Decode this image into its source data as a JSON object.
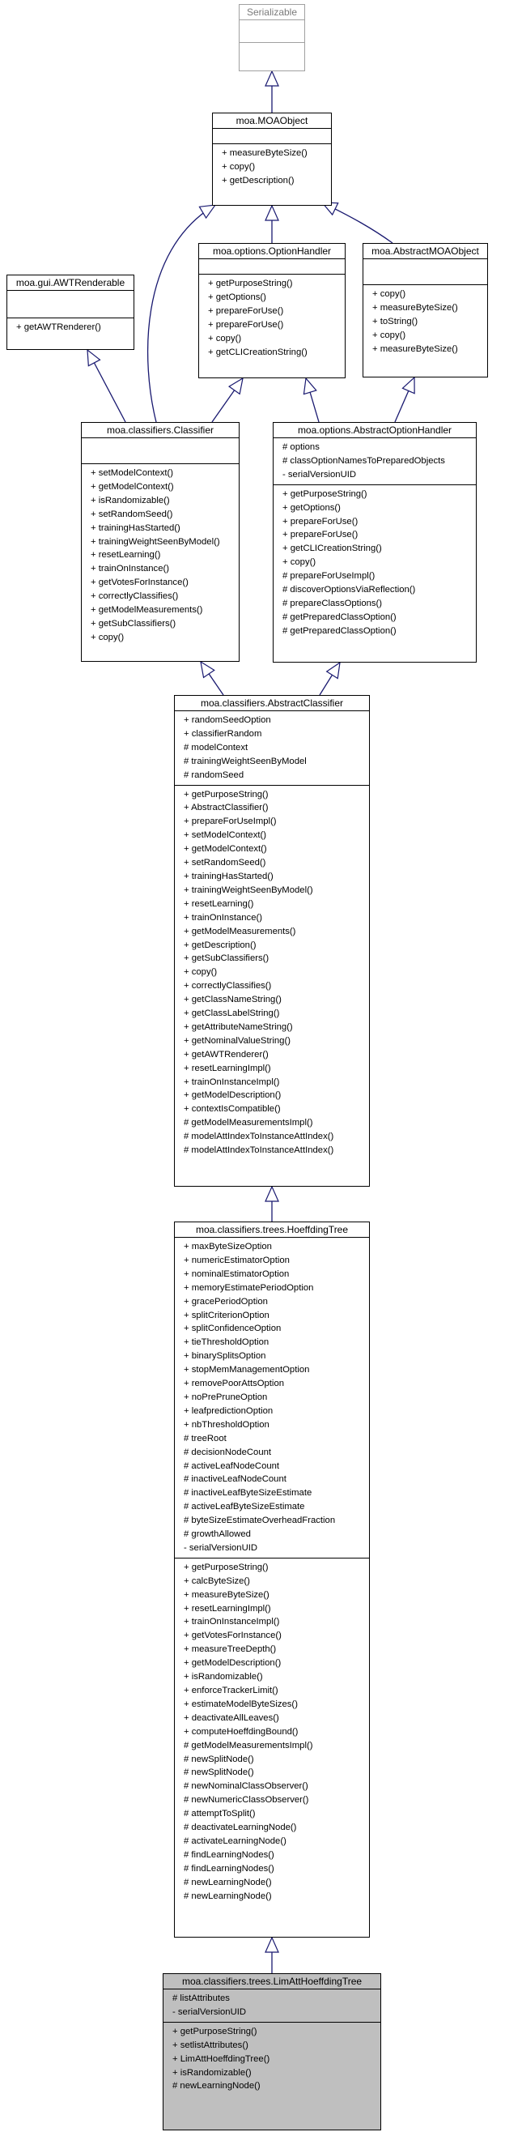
{
  "classes": {
    "serializable": {
      "name": "Serializable",
      "attributes": [],
      "methods": []
    },
    "moa_object": {
      "name": "moa.MOAObject",
      "attributes": [],
      "methods": [
        "+ measureByteSize()",
        "+ copy()",
        "+ getDescription()"
      ]
    },
    "option_handler": {
      "name": "moa.options.OptionHandler",
      "attributes": [],
      "methods": [
        "+ getPurposeString()",
        "+ getOptions()",
        "+ prepareForUse()",
        "+ prepareForUse()",
        "+ copy()",
        "+ getCLICreationString()"
      ]
    },
    "abstract_moa_object": {
      "name": "moa.AbstractMOAObject",
      "attributes": [],
      "methods": [
        "+ copy()",
        "+ measureByteSize()",
        "+ toString()",
        "+ copy()",
        "+ measureByteSize()"
      ]
    },
    "awt_renderable": {
      "name": "moa.gui.AWTRenderable",
      "attributes": [],
      "methods": [
        "+ getAWTRenderer()"
      ]
    },
    "classifier": {
      "name": "moa.classifiers.Classifier",
      "attributes": [],
      "methods": [
        "+ setModelContext()",
        "+ getModelContext()",
        "+ isRandomizable()",
        "+ setRandomSeed()",
        "+ trainingHasStarted()",
        "+ trainingWeightSeenByModel()",
        "+ resetLearning()",
        "+ trainOnInstance()",
        "+ getVotesForInstance()",
        "+ correctlyClassifies()",
        "+ getModelMeasurements()",
        "+ getSubClassifiers()",
        "+ copy()"
      ]
    },
    "abstract_option_handler": {
      "name": "moa.options.AbstractOptionHandler",
      "attributes": [
        "# options",
        "# classOptionNamesToPreparedObjects",
        "- serialVersionUID"
      ],
      "methods": [
        "+ getPurposeString()",
        "+ getOptions()",
        "+ prepareForUse()",
        "+ prepareForUse()",
        "+ getCLICreationString()",
        "+ copy()",
        "# prepareForUseImpl()",
        "# discoverOptionsViaReflection()",
        "# prepareClassOptions()",
        "# getPreparedClassOption()",
        "# getPreparedClassOption()"
      ]
    },
    "abstract_classifier": {
      "name": "moa.classifiers.AbstractClassifier",
      "attributes": [
        "+ randomSeedOption",
        "+ classifierRandom",
        "# modelContext",
        "# trainingWeightSeenByModel",
        "# randomSeed"
      ],
      "methods": [
        "+ getPurposeString()",
        "+ AbstractClassifier()",
        "+ prepareForUseImpl()",
        "+ setModelContext()",
        "+ getModelContext()",
        "+ setRandomSeed()",
        "+ trainingHasStarted()",
        "+ trainingWeightSeenByModel()",
        "+ resetLearning()",
        "+ trainOnInstance()",
        "+ getModelMeasurements()",
        "+ getDescription()",
        "+ getSubClassifiers()",
        "+ copy()",
        "+ correctlyClassifies()",
        "+ getClassNameString()",
        "+ getClassLabelString()",
        "+ getAttributeNameString()",
        "+ getNominalValueString()",
        "+ getAWTRenderer()",
        "+ resetLearningImpl()",
        "+ trainOnInstanceImpl()",
        "+ getModelDescription()",
        "+ contextIsCompatible()",
        "# getModelMeasurementsImpl()",
        "# modelAttIndexToInstanceAttIndex()",
        "# modelAttIndexToInstanceAttIndex()"
      ]
    },
    "hoeffding_tree": {
      "name": "moa.classifiers.trees.HoeffdingTree",
      "attributes": [
        "+ maxByteSizeOption",
        "+ numericEstimatorOption",
        "+ nominalEstimatorOption",
        "+ memoryEstimatePeriodOption",
        "+ gracePeriodOption",
        "+ splitCriterionOption",
        "+ splitConfidenceOption",
        "+ tieThresholdOption",
        "+ binarySplitsOption",
        "+ stopMemManagementOption",
        "+ removePoorAttsOption",
        "+ noPrePruneOption",
        "+ leafpredictionOption",
        "+ nbThresholdOption",
        "# treeRoot",
        "# decisionNodeCount",
        "# activeLeafNodeCount",
        "# inactiveLeafNodeCount",
        "# inactiveLeafByteSizeEstimate",
        "# activeLeafByteSizeEstimate",
        "# byteSizeEstimateOverheadFraction",
        "# growthAllowed",
        "- serialVersionUID"
      ],
      "methods": [
        "+ getPurposeString()",
        "+ calcByteSize()",
        "+ measureByteSize()",
        "+ resetLearningImpl()",
        "+ trainOnInstanceImpl()",
        "+ getVotesForInstance()",
        "+ measureTreeDepth()",
        "+ getModelDescription()",
        "+ isRandomizable()",
        "+ enforceTrackerLimit()",
        "+ estimateModelByteSizes()",
        "+ deactivateAllLeaves()",
        "+ computeHoeffdingBound()",
        "# getModelMeasurementsImpl()",
        "# newSplitNode()",
        "# newSplitNode()",
        "# newNominalClassObserver()",
        "# newNumericClassObserver()",
        "# attemptToSplit()",
        "# deactivateLearningNode()",
        "# activateLearningNode()",
        "# findLearningNodes()",
        "# findLearningNodes()",
        "# newLearningNode()",
        "# newLearningNode()"
      ]
    },
    "lim_att_hoeffding_tree": {
      "name": "moa.classifiers.trees.LimAttHoeffdingTree",
      "attributes": [
        "# listAttributes",
        "- serialVersionUID"
      ],
      "methods": [
        "+ getPurposeString()",
        "+ setlistAttributes()",
        "+ LimAttHoeffdingTree()",
        "+ isRandomizable()",
        "# newLearningNode()"
      ]
    }
  },
  "relations": [
    {
      "from": "moa_object",
      "to": "serializable"
    },
    {
      "from": "option_handler",
      "to": "moa_object"
    },
    {
      "from": "abstract_moa_object",
      "to": "moa_object"
    },
    {
      "from": "classifier",
      "to": "moa_object"
    },
    {
      "from": "classifier",
      "to": "option_handler"
    },
    {
      "from": "classifier",
      "to": "awt_renderable"
    },
    {
      "from": "abstract_option_handler",
      "to": "option_handler"
    },
    {
      "from": "abstract_option_handler",
      "to": "abstract_moa_object"
    },
    {
      "from": "abstract_classifier",
      "to": "classifier"
    },
    {
      "from": "abstract_classifier",
      "to": "abstract_option_handler"
    },
    {
      "from": "hoeffding_tree",
      "to": "abstract_classifier"
    },
    {
      "from": "lim_att_hoeffding_tree",
      "to": "hoeffding_tree"
    }
  ],
  "colors": {
    "edge": "#191970",
    "frame": "#000000",
    "highlight_fill": "#bfbfbf",
    "background": "#ffffff"
  }
}
